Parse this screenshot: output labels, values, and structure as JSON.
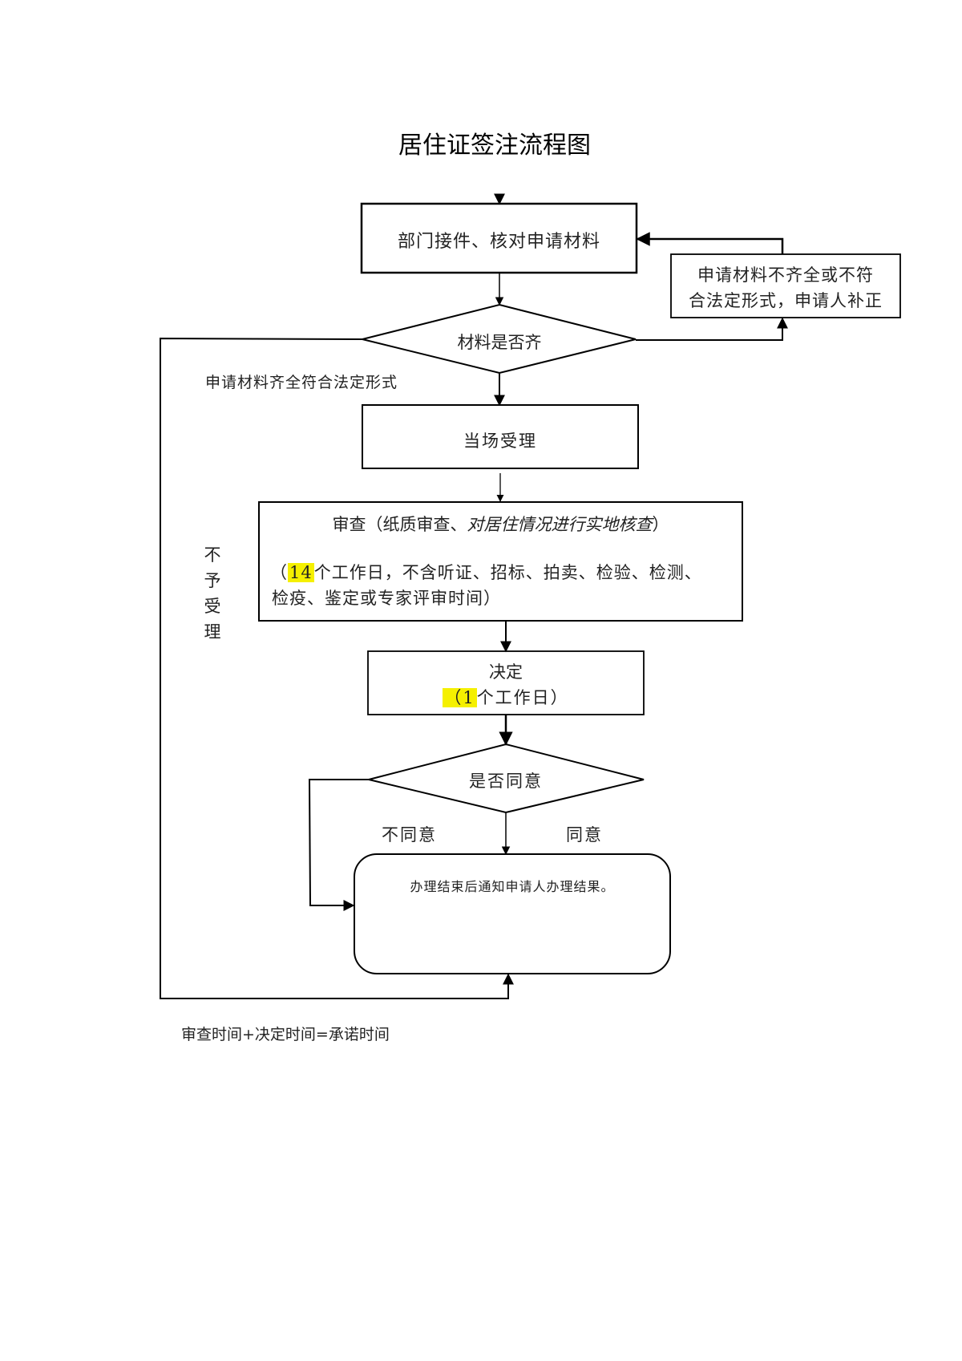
{
  "title": "居住证签注流程图",
  "nodes": {
    "receive": {
      "label": "部门接件、核对申请材料"
    },
    "supplement": {
      "line1": "申请材料不齐全或不符",
      "line2": "合法定形式，申请人补正"
    },
    "check_complete": {
      "label": "材料是否齐"
    },
    "accept": {
      "label": "当场受理"
    },
    "review": {
      "line1_prefix": "审查（纸质审查、",
      "line1_italic": "对居住情况进行实地核查",
      "line1_suffix": "）",
      "days": "14",
      "line2_open": "（",
      "line2_rest": "个工作日，不含听证、招标、拍卖、检验、检测、",
      "line3": "检疫、鉴定或专家评审时间）"
    },
    "decision": {
      "label": "决定",
      "open": "（",
      "days": "1",
      "rest": "个工作日）"
    },
    "agree_check": {
      "label": "是否同意"
    },
    "result": {
      "label": "办理结束后通知申请人办理结果。"
    }
  },
  "edge_labels": {
    "complete": "申请材料齐全符合法定形式",
    "reject": [
      "不",
      "予",
      "受",
      "理"
    ],
    "disagree": "不同意",
    "agree": "同意"
  },
  "footer": "审查时间+决定时间=承诺时间",
  "colors": {
    "highlight": "#f5f000",
    "line": "#000000"
  }
}
